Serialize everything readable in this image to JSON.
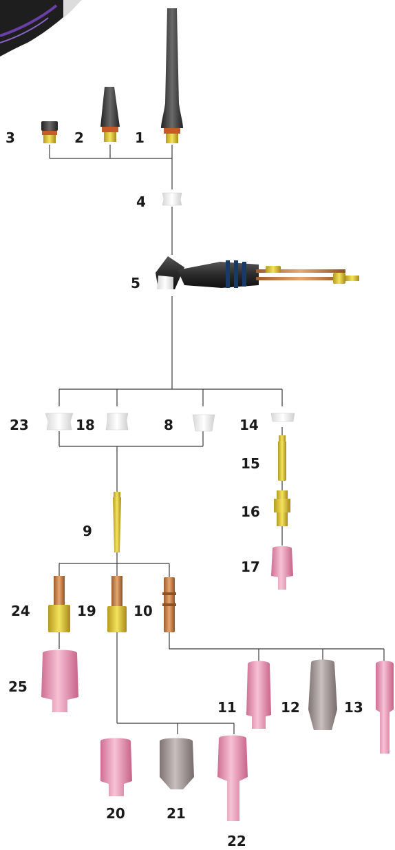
{
  "diagram": {
    "labels": {
      "p1": "1",
      "p2": "2",
      "p3": "3",
      "p4": "4",
      "p5": "5",
      "p8": "8",
      "p9": "9",
      "p10": "10",
      "p11": "11",
      "p12": "12",
      "p13": "13",
      "p14": "14",
      "p15": "15",
      "p16": "16",
      "p17": "17",
      "p18": "18",
      "p19": "19",
      "p20": "20",
      "p21": "21",
      "p22": "22",
      "p23": "23",
      "p24": "24",
      "p25": "25"
    },
    "colors": {
      "back_cap": "#3c3c3c",
      "brass": "#d9c23a",
      "insulator": "#f2f2f2",
      "torch_body": "#333333",
      "copper": "#c98a4f",
      "ceramic_pink": "#e9a0b8",
      "ceramic_grey": "#a89b9b",
      "connector_line": "#3a3a3a"
    }
  }
}
